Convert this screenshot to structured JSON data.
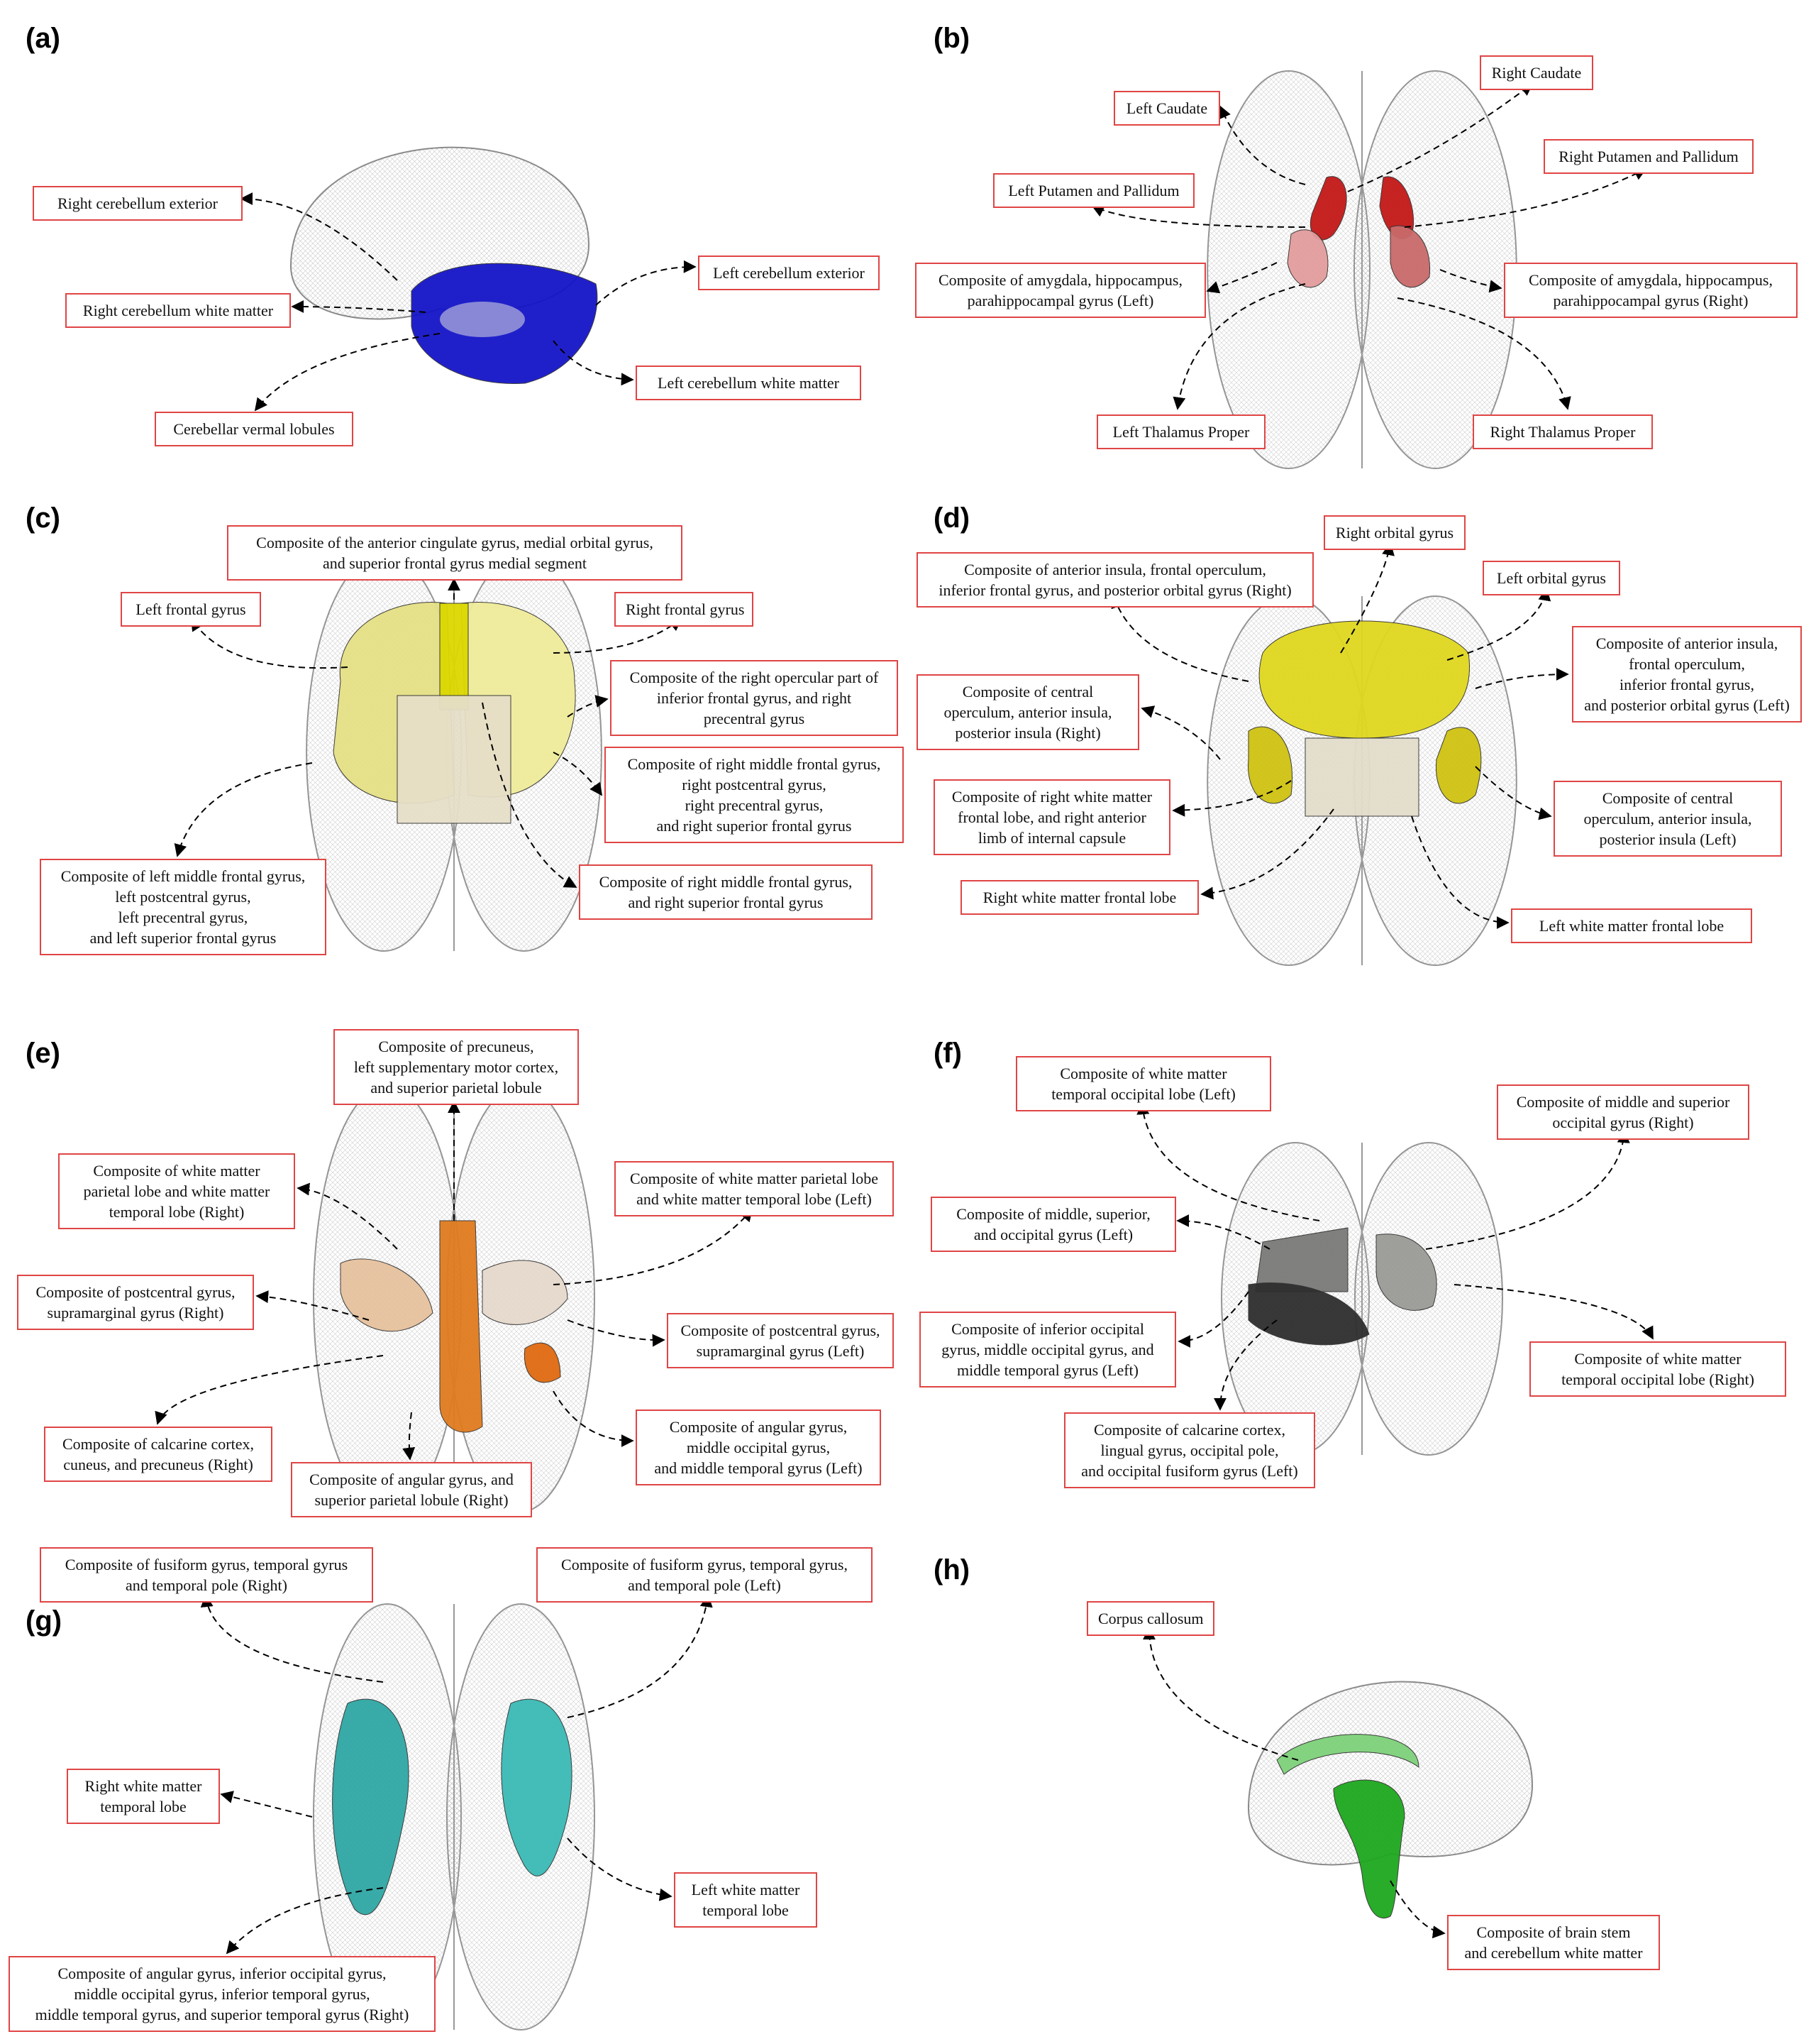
{
  "panels": [
    {
      "id": "a",
      "letter": "(a)",
      "labels": [
        {
          "lines": [
            "Right cerebellum exterior"
          ]
        },
        {
          "lines": [
            "Left cerebellum exterior"
          ]
        },
        {
          "lines": [
            "Right cerebellum white matter"
          ]
        },
        {
          "lines": [
            "Left cerebellum white matter"
          ]
        },
        {
          "lines": [
            "Cerebellar vermal lobules"
          ]
        }
      ]
    },
    {
      "id": "b",
      "letter": "(b)",
      "labels": [
        {
          "lines": [
            "Right Caudate"
          ]
        },
        {
          "lines": [
            "Left Caudate"
          ]
        },
        {
          "lines": [
            "Right Putamen and Pallidum"
          ]
        },
        {
          "lines": [
            "Left Putamen and Pallidum"
          ]
        },
        {
          "lines": [
            "Composite of  amygdala, hippocampus,",
            "parahippocampal gyrus (Left)"
          ]
        },
        {
          "lines": [
            "Composite of  amygdala, hippocampus,",
            "parahippocampal gyrus (Right)"
          ]
        },
        {
          "lines": [
            "Left Thalamus Proper"
          ]
        },
        {
          "lines": [
            "Right Thalamus Proper"
          ]
        }
      ]
    },
    {
      "id": "c",
      "letter": "(c)",
      "labels": [
        {
          "lines": [
            "Composite of the anterior cingulate gyrus, medial orbital gyrus,",
            "and superior frontal gyrus medial segment"
          ]
        },
        {
          "lines": [
            "Left frontal gyrus"
          ]
        },
        {
          "lines": [
            "Right frontal gyrus"
          ]
        },
        {
          "lines": [
            "Composite of the right opercular part of",
            "inferior frontal gyrus, and right",
            "precentral gyrus"
          ]
        },
        {
          "lines": [
            "Composite of right middle frontal gyrus,",
            "right postcentral gyrus,",
            "right precentral gyrus,",
            "and right superior frontal gyrus"
          ]
        },
        {
          "lines": [
            "Composite of left middle frontal gyrus,",
            "left postcentral gyrus,",
            "left precentral gyrus,",
            "and left superior frontal gyrus"
          ]
        },
        {
          "lines": [
            "Composite of right middle frontal gyrus,",
            "and right superior frontal gyrus"
          ]
        }
      ]
    },
    {
      "id": "d",
      "letter": "(d)",
      "labels": [
        {
          "lines": [
            "Right orbital gyrus"
          ]
        },
        {
          "lines": [
            "Composite of anterior insula, frontal operculum,",
            "inferior frontal gyrus, and posterior orbital gyrus (Right)"
          ]
        },
        {
          "lines": [
            "Left orbital gyrus"
          ]
        },
        {
          "lines": [
            "Composite of anterior insula,",
            "frontal operculum,",
            "inferior frontal gyrus,",
            "and posterior orbital gyrus (Left)"
          ]
        },
        {
          "lines": [
            "Composite of central",
            "operculum, anterior insula,",
            "posterior insula (Right)"
          ]
        },
        {
          "lines": [
            "Composite of right white matter",
            "frontal lobe, and right anterior",
            "limb of internal capsule"
          ]
        },
        {
          "lines": [
            "Composite of central",
            "operculum, anterior insula,",
            "posterior insula (Left)"
          ]
        },
        {
          "lines": [
            "Right white matter frontal lobe"
          ]
        },
        {
          "lines": [
            "Left white matter frontal lobe"
          ]
        }
      ]
    },
    {
      "id": "e",
      "letter": "(e)",
      "labels": [
        {
          "lines": [
            "Composite of precuneus,",
            "left supplementary motor cortex,",
            "and superior parietal lobule"
          ]
        },
        {
          "lines": [
            "Composite of white matter",
            "parietal lobe and white matter",
            "temporal lobe (Right)"
          ]
        },
        {
          "lines": [
            "Composite of white matter parietal lobe",
            "and white matter temporal lobe (Left)"
          ]
        },
        {
          "lines": [
            "Composite of postcentral gyrus,",
            "supramarginal gyrus (Right)"
          ]
        },
        {
          "lines": [
            "Composite of postcentral gyrus,",
            "supramarginal gyrus (Left)"
          ]
        },
        {
          "lines": [
            "Composite of calcarine cortex,",
            "cuneus, and precuneus (Right)"
          ]
        },
        {
          "lines": [
            "Composite of angular gyrus, and",
            "superior parietal lobule (Right)"
          ]
        },
        {
          "lines": [
            "Composite of angular gyrus,",
            "middle occipital gyrus,",
            "and middle temporal gyrus (Left)"
          ]
        }
      ]
    },
    {
      "id": "f",
      "letter": "(f)",
      "labels": [
        {
          "lines": [
            "Composite of white matter",
            "temporal occipital lobe (Left)"
          ]
        },
        {
          "lines": [
            "Composite of middle and superior",
            "occipital gyrus (Right)"
          ]
        },
        {
          "lines": [
            "Composite of middle, superior,",
            "and occipital gyrus (Left)"
          ]
        },
        {
          "lines": [
            "Composite of inferior occipital",
            "gyrus, middle occipital gyrus, and",
            "middle temporal gyrus (Left)"
          ]
        },
        {
          "lines": [
            "Composite of white matter",
            "temporal occipital lobe (Right)"
          ]
        },
        {
          "lines": [
            "Composite of calcarine cortex,",
            "lingual gyrus, occipital pole,",
            "and occipital fusiform gyrus (Left)"
          ]
        }
      ]
    },
    {
      "id": "g",
      "letter": "(g)",
      "labels": [
        {
          "lines": [
            "Composite of fusiform gyrus, temporal gyrus",
            "and temporal pole (Right)"
          ]
        },
        {
          "lines": [
            "Composite of fusiform gyrus, temporal gyrus,",
            "and temporal pole (Left)"
          ]
        },
        {
          "lines": [
            "Right white matter",
            "temporal lobe"
          ]
        },
        {
          "lines": [
            "Left white matter",
            "temporal lobe"
          ]
        },
        {
          "lines": [
            "Composite of angular gyrus, inferior occipital gyrus,",
            "middle occipital gyrus, inferior temporal gyrus,",
            "middle temporal gyrus, and superior temporal gyrus (Right)"
          ]
        }
      ]
    },
    {
      "id": "h",
      "letter": "(h)",
      "labels": [
        {
          "lines": [
            "Corpus callosum"
          ]
        },
        {
          "lines": [
            "Composite of brain stem",
            "and cerebellum white matter"
          ]
        }
      ]
    }
  ]
}
